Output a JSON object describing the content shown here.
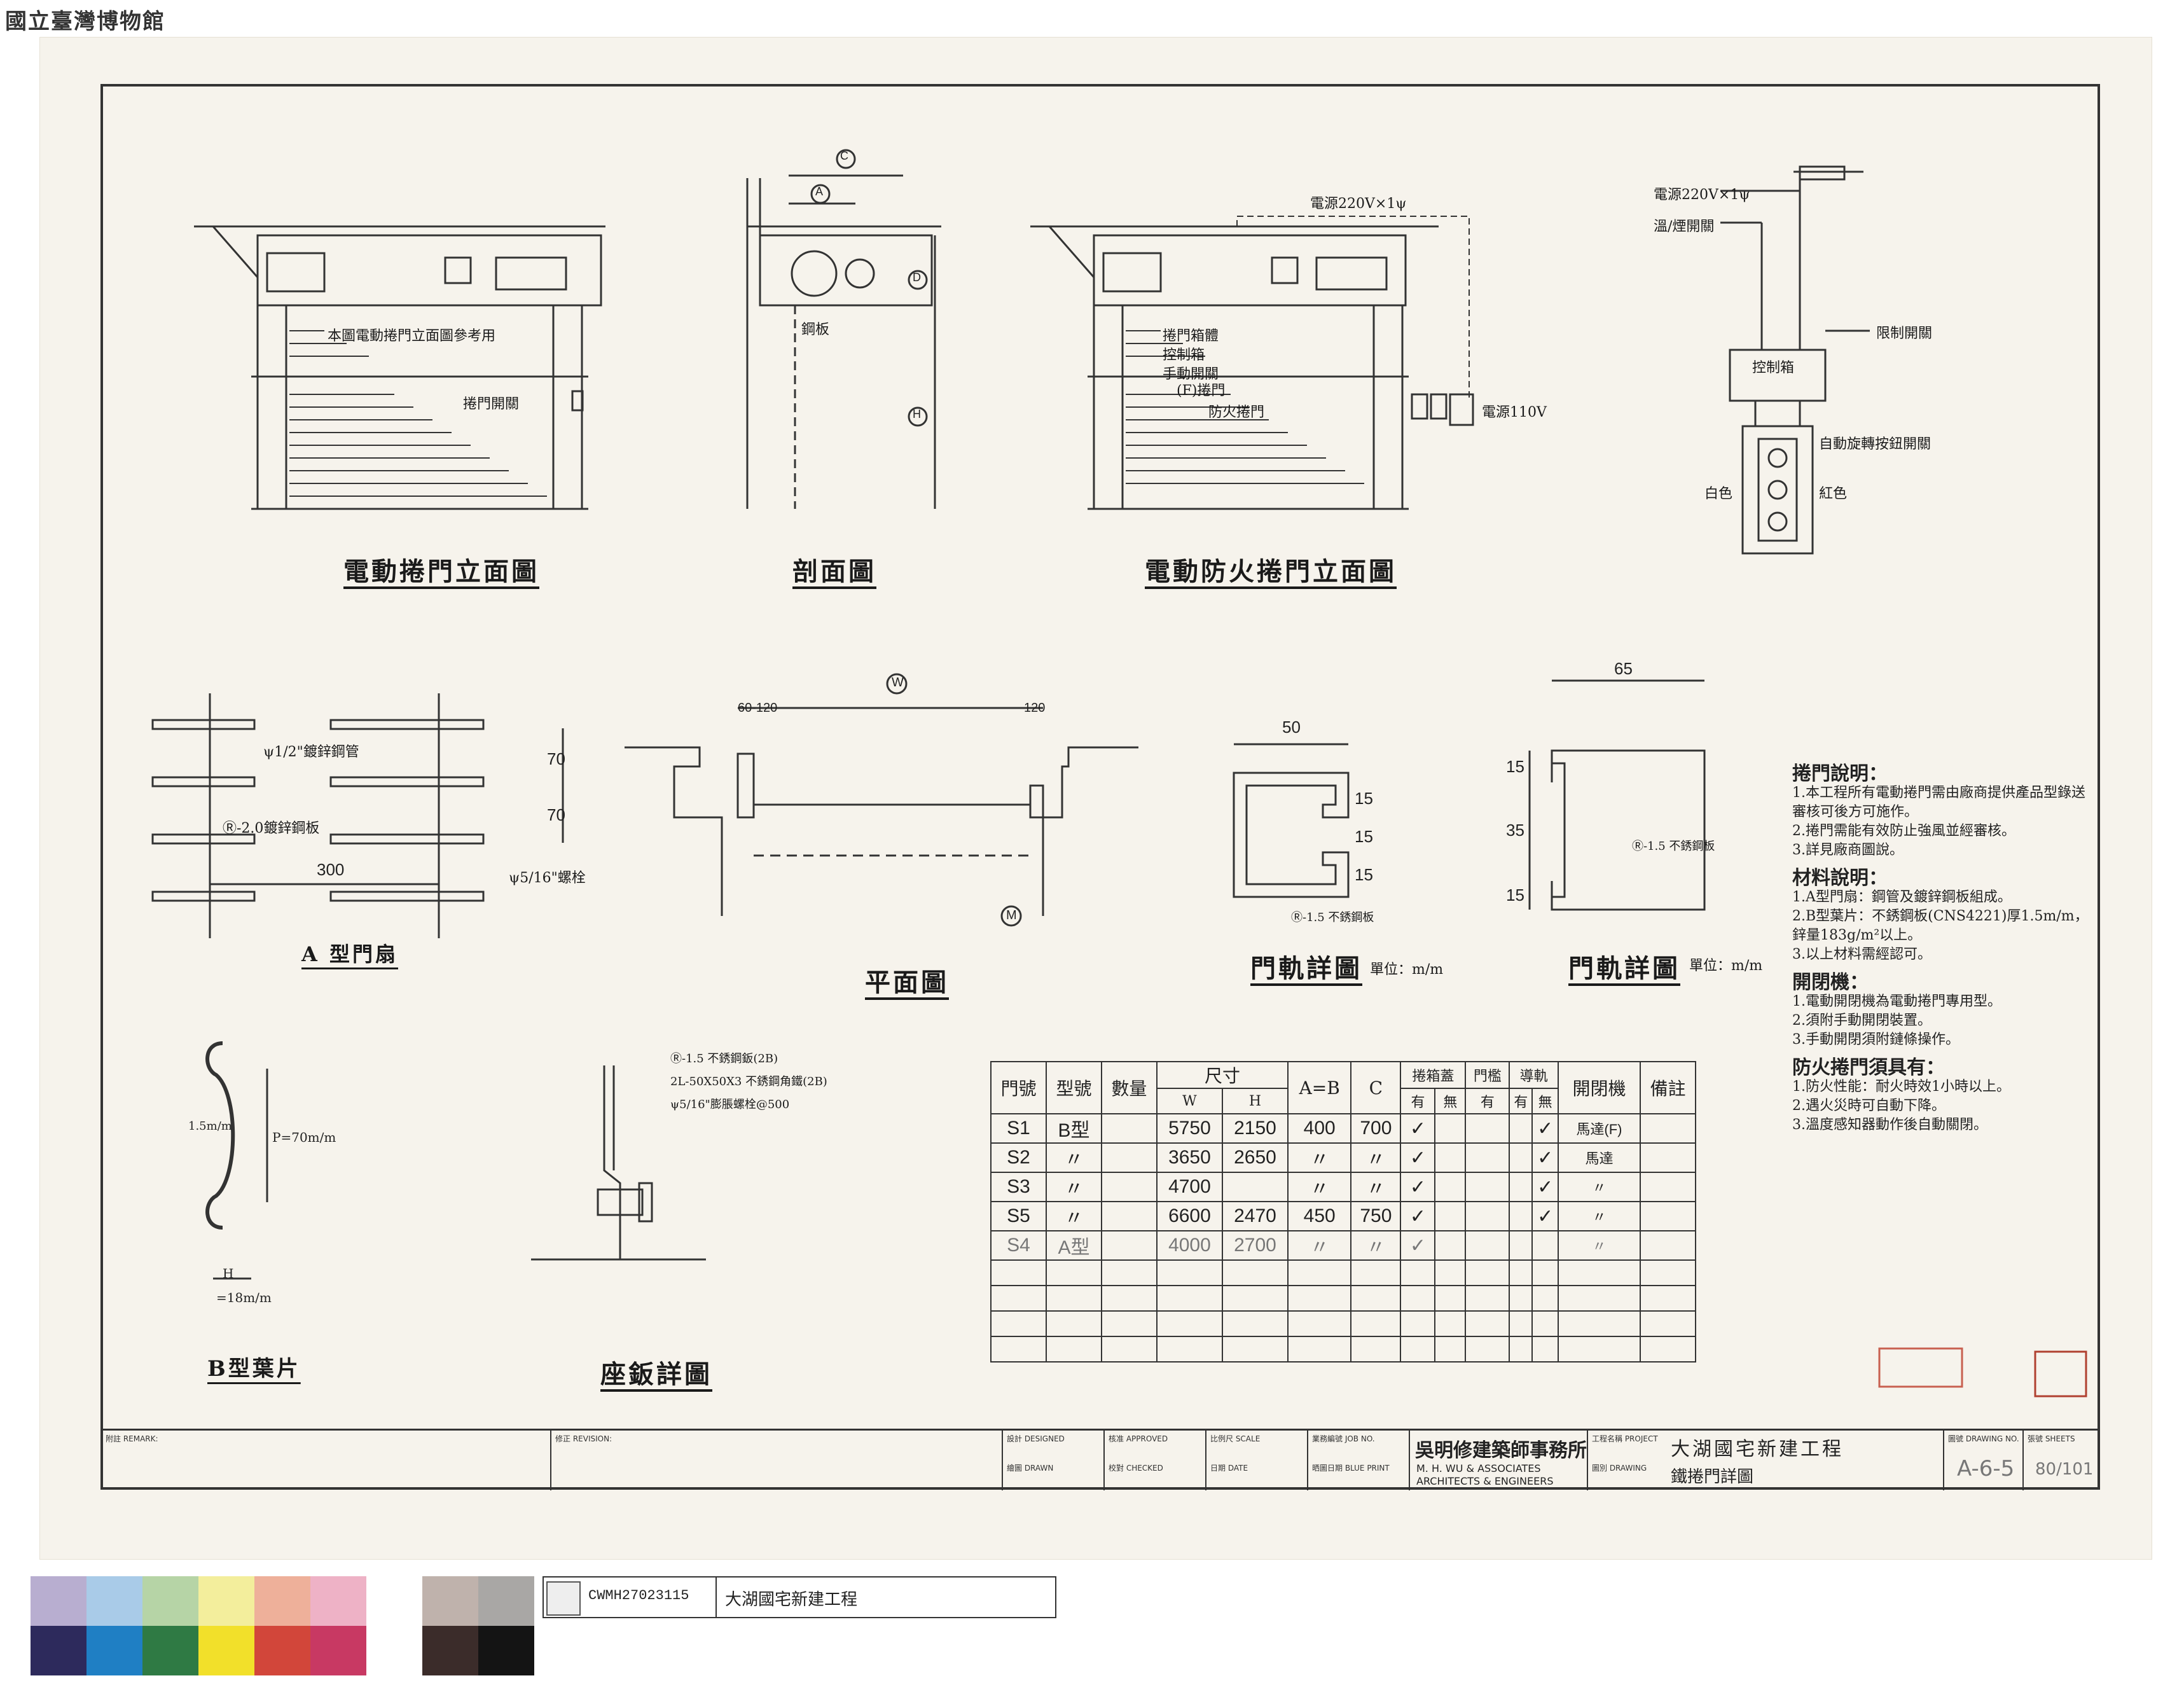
{
  "museum_label": "國立臺灣博物館",
  "drawings": {
    "elev1_title": "電動捲門立面圖",
    "section_title": "剖面圖",
    "elev2_title": "電動防火捲門立面圖",
    "door_a_title": "A 型門扇",
    "plan_title": "平面圖",
    "rail1_title": "門軌詳圖",
    "rail1_unit": "單位：m/m",
    "rail2_title": "門軌詳圖",
    "rail2_unit": "單位：m/m",
    "slat_b_title": "B型葉片",
    "base_title": "座鈑詳圖",
    "wiring_title": "電源220V×1ψ",
    "wiring_switch": "溫/煙開關",
    "wiring_control": "控制箱",
    "wiring_manual": "限制開關",
    "power_110": "電源110V",
    "elev1_note": "本圖電動捲門立面圖參考用",
    "elev1_note2": "捲門開關",
    "elev2_labels": [
      "捲門箱體",
      "控制箱",
      "手動開關",
      "(F)捲門",
      "防火捲門"
    ],
    "section_note1": "鋼板",
    "section_labels": [
      "A",
      "C",
      "D",
      "H"
    ],
    "door_a_labels": [
      "ψ1/2\"鍍鋅鋼管",
      "Ⓡ-2.0鍍鋅鋼板",
      "ψ5/16\"螺栓"
    ],
    "door_a_dims": [
      "70",
      "70",
      "300"
    ],
    "plan_dims": [
      "W",
      "60-120",
      "120",
      "M"
    ],
    "rail1_dims": [
      "50",
      "15",
      "15",
      "15",
      "Ⓡ-1.5 不銹鋼板"
    ],
    "rail2_dims": [
      "65",
      "15",
      "35",
      "15",
      "Ⓡ-1.5 不銹鋼板"
    ],
    "slat_b_dims": [
      "1.5m/m",
      "P=70m/m",
      "H",
      "=18m/m"
    ],
    "base_labels": [
      "Ⓡ-1.5 不銹鋼鈑(2B)",
      "2L-50X50X3 不銹鋼角鐵(2B)",
      "ψ5/16\"膨脹螺栓@500"
    ],
    "panel_labels": [
      "白色",
      "紅色",
      "自動旋轉按鈕開關"
    ]
  },
  "notes": {
    "h1": "捲門說明：",
    "p1": [
      "1.本工程所有電動捲門需由廠商提供產品型錄送審核可後方可施作。",
      "2.捲門需能有效防止強風並經審核。",
      "3.詳見廠商圖說。"
    ],
    "h2": "材料說明：",
    "p2": [
      "1.A型門扇：鋼管及鍍鋅鋼板組成。",
      "2.B型葉片：不銹鋼板(CNS4221)厚1.5m/m，鋅量183g/m²以上。",
      "3.以上材料需經認可。"
    ],
    "h3": "開閉機：",
    "p3": [
      "1.電動開閉機為電動捲門專用型。",
      "2.須附手動開閉裝置。",
      "3.手動開閉須附鏈條操作。"
    ],
    "h4": "防火捲門須具有：",
    "p4": [
      "1.防火性能：耐火時效1小時以上。",
      "2.遇火災時可自動下降。",
      "3.溫度感知器動作後自動關閉。"
    ]
  },
  "schedule": {
    "headers": [
      "門號",
      "型號",
      "數量",
      "尺寸",
      "A=B",
      "C",
      "捲箱蓋",
      "門檻",
      "導軌",
      "開閉機",
      "備註"
    ],
    "subheaders": [
      "W",
      "H",
      "有",
      "無",
      "有",
      "有",
      "無"
    ],
    "rows": [
      {
        "no": "S1",
        "type": "B型",
        "qty": "",
        "w": "5750",
        "h": "2150",
        "ab": "400",
        "c": "700",
        "box": "✓",
        "rail": "✓",
        "machine": "馬達(F)"
      },
      {
        "no": "S2",
        "type": "〃",
        "qty": "",
        "w": "3650",
        "h": "2650",
        "ab": "〃",
        "c": "〃",
        "box": "✓",
        "rail": "✓",
        "machine": "馬達"
      },
      {
        "no": "S3",
        "type": "〃",
        "qty": "",
        "w": "4700",
        "h": "",
        "ab": "〃",
        "c": "〃",
        "box": "✓",
        "rail": "✓",
        "machine": "〃"
      },
      {
        "no": "S5",
        "type": "〃",
        "qty": "",
        "w": "6600",
        "h": "2470",
        "ab": "450",
        "c": "750",
        "box": "✓",
        "rail": "✓",
        "machine": "〃"
      },
      {
        "no": "S4",
        "type": "A型",
        "qty": "",
        "w": "4000",
        "h": "2700",
        "ab": "〃",
        "c": "〃",
        "box": "✓",
        "rail": "",
        "machine": "〃"
      }
    ]
  },
  "title_block": {
    "remark_label": "附註 REMARK:",
    "revision_label": "修正 REVISION:",
    "designed_label": "設計 DESIGNED",
    "drawn_label": "繪圖 DRAWN",
    "approved_label": "核准 APPROVED",
    "checked_label": "校對 CHECKED",
    "scale_label": "比例尺 SCALE",
    "date_label": "日期 DATE",
    "job_label": "業務編號 JOB NO.",
    "blueprint_label": "晒圖日期 BLUE PRINT",
    "firm_cn": "吳明修建築師事務所",
    "firm_en1": "M. H. WU & ASSOCIATES",
    "firm_en2": "ARCHITECTS & ENGINEERS",
    "project_label": "工程名稱 PROJECT",
    "project": "大湖國宅新建工程",
    "drawing_label": "圖別 DRAWING",
    "drawing": "鐵捲門詳圖",
    "drawing_no_label": "圖號 DRAWING NO.",
    "drawing_no": "A-6-5",
    "sheets_label": "張號 SHEETS",
    "sheets": "80/101"
  },
  "footer": {
    "catalog_id": "CWMH27023115",
    "catalog_title": "大湖國宅新建工程",
    "swatches_top": [
      "#b8aed0",
      "#a9cbe8",
      "#b6d4a6",
      "#f3ee9c",
      "#eeb09a",
      "#eeb2c6",
      "#ffffff",
      "#bfb2ac",
      "#a9a7a5"
    ],
    "swatches_bottom": [
      "#2d2a5c",
      "#1f7fc4",
      "#2f7a44",
      "#f2e02a",
      "#d2463a",
      "#c83963",
      "#ffffff",
      "#3b2c2a",
      "#141414"
    ]
  }
}
